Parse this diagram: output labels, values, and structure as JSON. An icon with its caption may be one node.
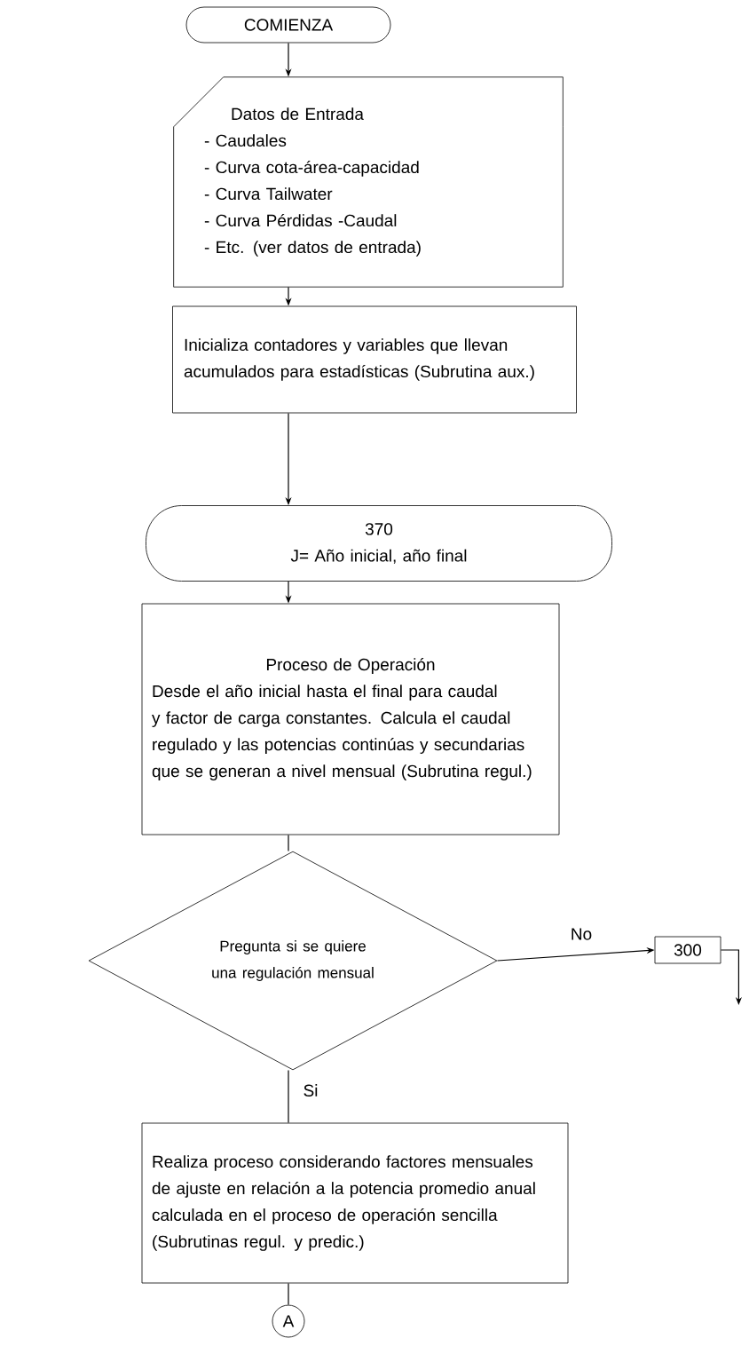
{
  "diagram": {
    "nodes": [
      {
        "text": [
          "COMIENZA"
        ]
      },
      {
        "text": [
          "Datos de Entrada",
          "- Caudales",
          "- Curva cota-área-capacidad",
          "- Curva Tailwater",
          "- Curva Pérdidas -Caudal",
          "- Etc. (ver datos de entrada)"
        ]
      },
      {
        "text": [
          "Inicializa contadores y variables que llevan acumulados para estadísticas (Subrutina aux.)"
        ]
      },
      {
        "text": [
          "370",
          "J= Año inicial, año final"
        ]
      },
      {
        "text": [
          "Proceso de Operación",
          "Desde el año inicial hasta el final para caudal y factor de carga constantes. Calcula el caudal regulado y las potencias continúas y secundarias que se generan a nivel mensual (Subrutina regul.)"
        ]
      },
      {
        "text": [
          "Pregunta si se quiere una regulación mensual"
        ]
      },
      {
        "text": [
          "300"
        ]
      },
      {
        "text": [
          "Realiza proceso considerando factores mensuales de ajuste en relación a la potencia promedio anual calculada en el proceso de operación sencilla (Subrutinas regul. y predic.)"
        ]
      },
      {
        "text": [
          "A"
        ]
      }
    ],
    "edges": [
      {
        "from": 0,
        "to": 1,
        "arrow": "to"
      },
      {
        "from": 1,
        "to": 2,
        "arrow": "to"
      },
      {
        "from": 2,
        "to": 3,
        "arrow": "to"
      },
      {
        "from": 3,
        "to": 4,
        "arrow": "to"
      },
      {
        "from": 4,
        "to": 5,
        "arrow": "none"
      },
      {
        "from": 5,
        "to": 6,
        "arrow": "to",
        "label": "No"
      },
      {
        "from": 6,
        "to": null,
        "arrow": "to"
      },
      {
        "from": 5,
        "to": 7,
        "arrow": "none",
        "label": "Si"
      },
      {
        "from": 7,
        "to": 8,
        "arrow": "none"
      }
    ]
  }
}
